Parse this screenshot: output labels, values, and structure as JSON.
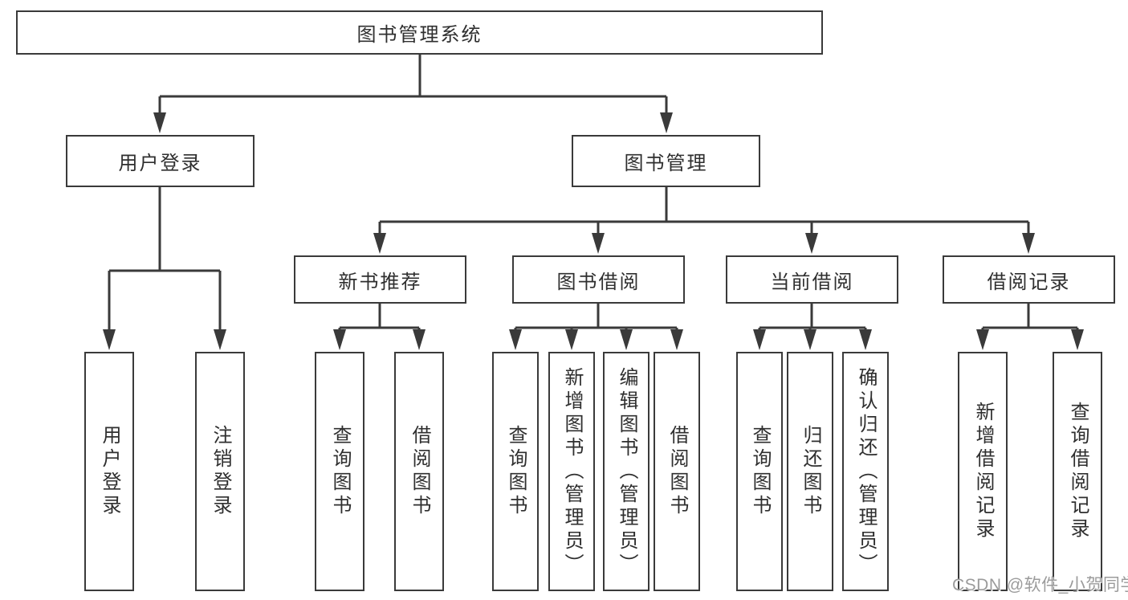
{
  "tree": {
    "root": "图书管理系统",
    "branches": [
      {
        "label": "用户登录",
        "children": [
          "用户登录",
          "注销登录"
        ]
      },
      {
        "label": "图书管理",
        "groups": [
          {
            "label": "新书推荐",
            "children": [
              "查询图书",
              "借阅图书"
            ]
          },
          {
            "label": "图书借阅",
            "children": [
              "查询图书",
              "新增图书（管理员）",
              "编辑图书（管理员）",
              "借阅图书"
            ]
          },
          {
            "label": "当前借阅",
            "children": [
              "查询图书",
              "归还图书",
              "确认归还（管理员）"
            ]
          },
          {
            "label": "借阅记录",
            "children": [
              "新增借阅记录",
              "查询借阅记录"
            ]
          }
        ]
      }
    ]
  },
  "colors": {
    "line": "#3a3a3a",
    "text": "#2f2f2f",
    "watermark": "#9b9b9b"
  },
  "watermark": "CSDN @软件_小贺同学"
}
